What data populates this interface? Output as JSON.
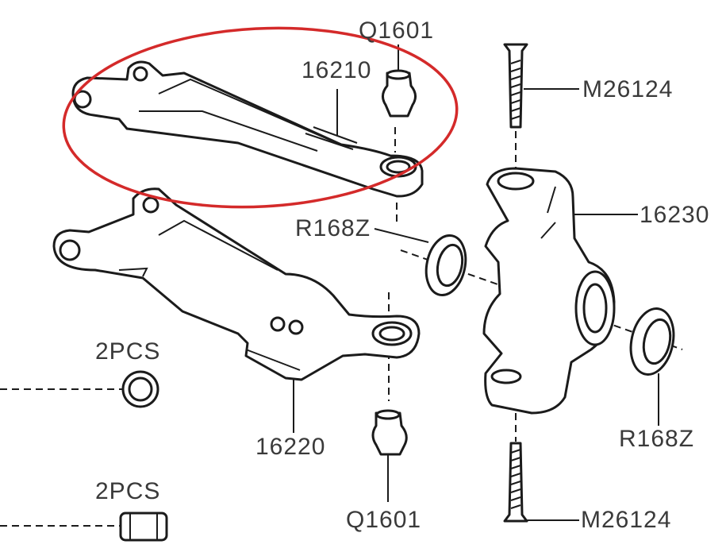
{
  "labels": {
    "q1601_top": "Q1601",
    "arm_upper": "16210",
    "screw_top": "M26124",
    "knuckle": "16230",
    "bearing_left": "R168Z",
    "pcs_upper": "2PCS",
    "arm_lower": "16220",
    "bearing_right": "R168Z",
    "pcs_lower": "2PCS",
    "q1601_bottom": "Q1601",
    "screw_bottom": "M26124"
  },
  "colors": {
    "outline": "#1b1b1b",
    "highlight": "#d42a2a",
    "text": "#3a3a3a"
  }
}
